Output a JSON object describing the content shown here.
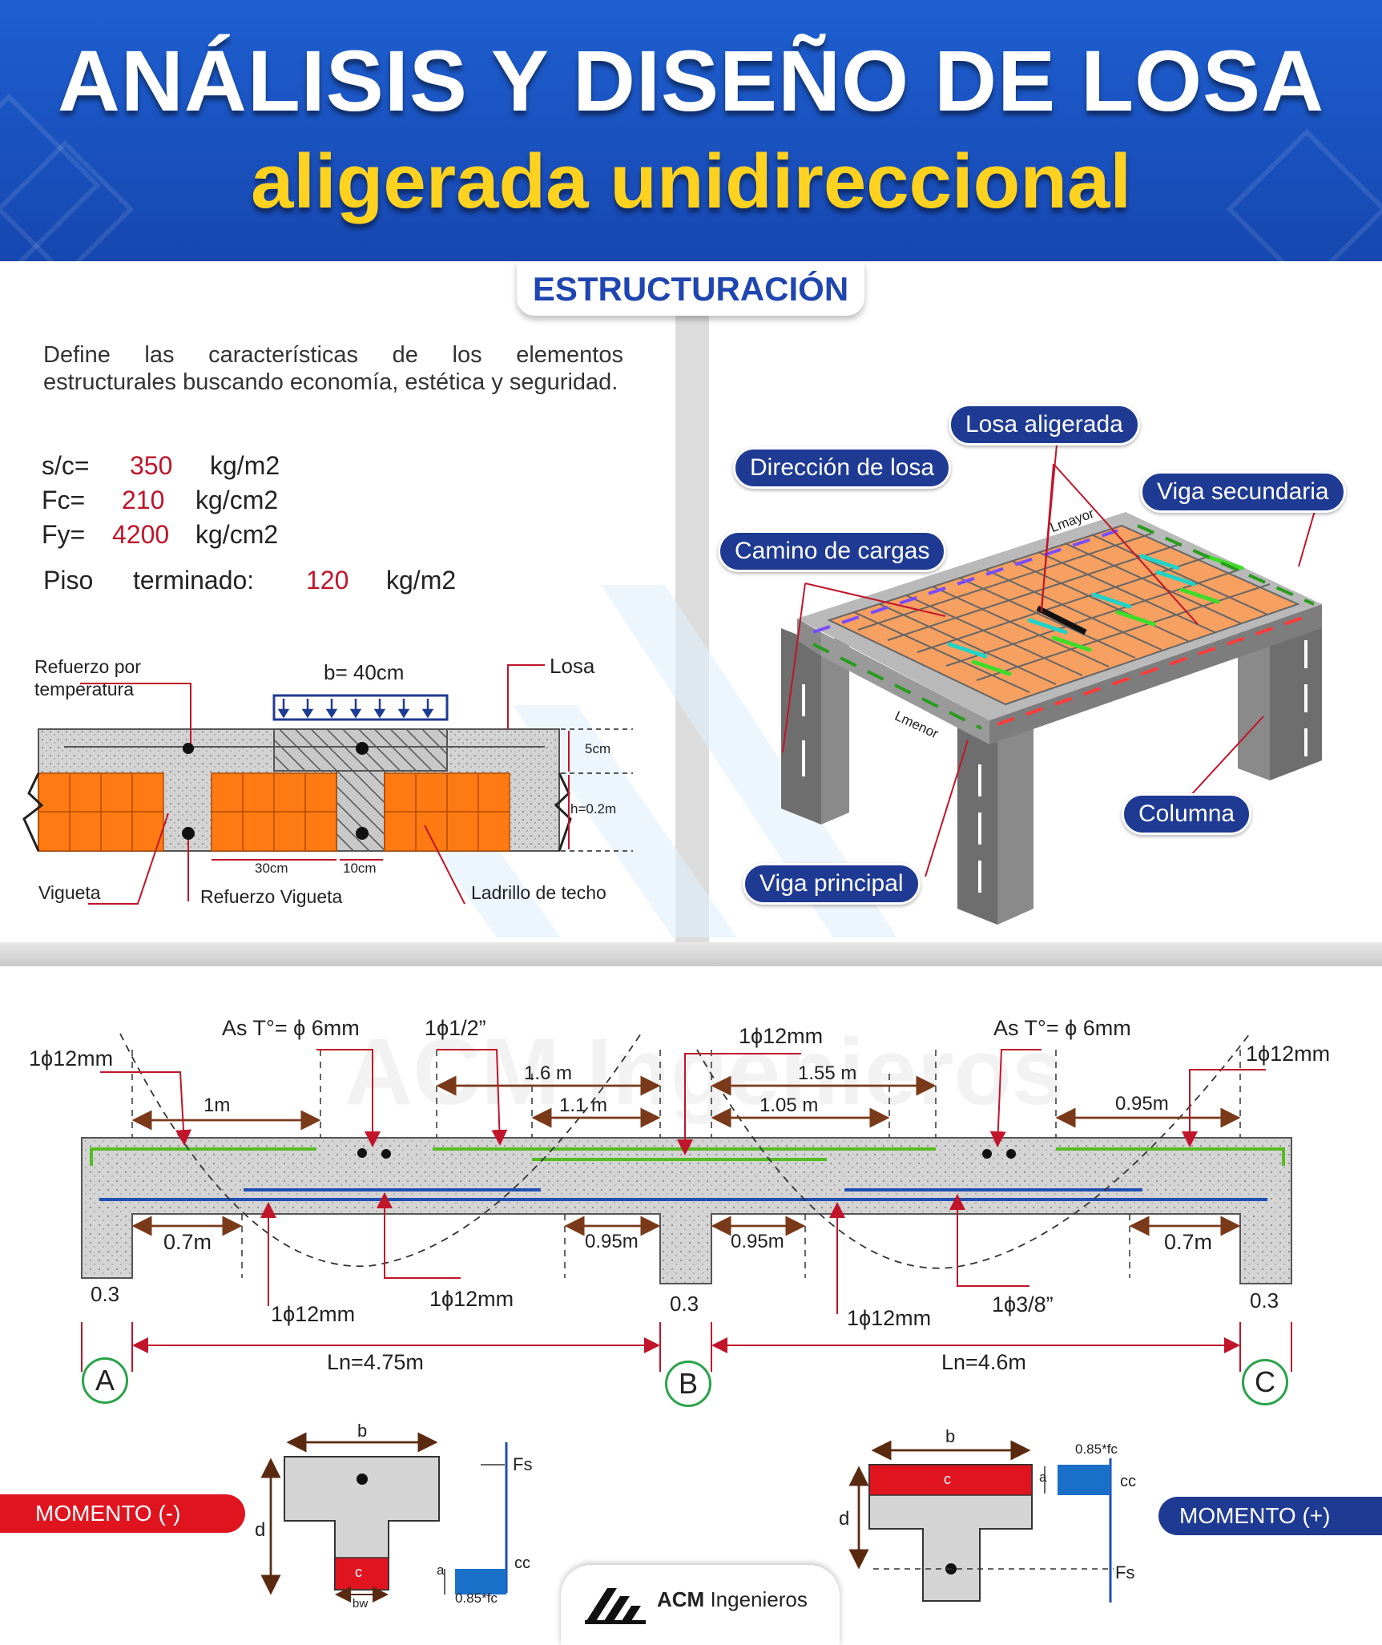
{
  "header": {
    "title": "ANÁLISIS Y DISEÑO DE LOSA",
    "subtitle": "aligerada unidireccional",
    "section": "ESTRUCTURACIÓN"
  },
  "intro": "Define las características de los elementos estructurales buscando economía, estética y seguridad.",
  "properties": [
    {
      "name": "s/c=",
      "value": "350",
      "unit": "kg/m2"
    },
    {
      "name": "Fc=",
      "value": "210",
      "unit": "kg/cm2"
    },
    {
      "name": "Fy=",
      "value": "4200",
      "unit": "kg/cm2"
    }
  ],
  "piso": {
    "label1": "Piso",
    "label2": "terminado:",
    "value": "120",
    "unit": "kg/m2"
  },
  "section_labels": {
    "refuerzo_temp": "Refuerzo por temperatura",
    "b": "b= 40cm",
    "losa": "Losa",
    "h5": "5cm",
    "h": "h=0.2m",
    "w30": "30cm",
    "w10": "10cm",
    "vigueta": "Vigueta",
    "refuerzo_vigueta": "Refuerzo Vigueta",
    "ladrillo": "Ladrillo de techo"
  },
  "iso_labels": {
    "losa_aligerada": "Losa aligerada",
    "direccion": "Dirección de losa",
    "viga_secundaria": "Viga secundaria",
    "camino": "Camino de cargas",
    "lmayor": "Lmayor",
    "lmenor": "Lmenor",
    "columna": "Columna",
    "viga_principal": "Viga principal"
  },
  "beam": {
    "top_labels": [
      "1ϕ12mm",
      "As T°= ϕ 6mm",
      "1ϕ1/2”",
      "1ϕ12mm",
      "As T°= ϕ 6mm",
      "1ϕ12mm"
    ],
    "top_dims": [
      "1m",
      "1.6 m",
      "1.1 m",
      "1.55 m",
      "1.05 m",
      "0.95m"
    ],
    "bottom_dims": [
      "0.7m",
      "0.95m",
      "0.95m",
      "0.7m"
    ],
    "bottom_labels": [
      "1ϕ12mm",
      "1ϕ12mm",
      "1ϕ12mm",
      "1ϕ3/8”"
    ],
    "support_widths": [
      "0.3",
      "0.3",
      "0.3"
    ],
    "supports": [
      "A",
      "B",
      "C"
    ],
    "spans": [
      "Ln=4.75m",
      "Ln=4.6m"
    ]
  },
  "moment_neg": {
    "tag": "MOMENTO (-)",
    "b": "b",
    "d": "d",
    "c": "c",
    "bw": "bw",
    "fs": "Fs",
    "cc": "cc",
    "a": "a",
    "fc": "0.85*fc"
  },
  "moment_pos": {
    "tag": "MOMENTO (+)",
    "b": "b",
    "d": "d",
    "c": "c",
    "fs": "Fs",
    "cc": "cc",
    "a": "a",
    "fc": "0.85*fc"
  },
  "footer": {
    "brand": "ACM",
    "rest": " Ingenieros"
  },
  "watermark": "ACM Ingenieros",
  "colors": {
    "primary": "#1f46b0",
    "accent": "#ffd21f",
    "red": "#c0152a",
    "brick": "#ff7a12",
    "green": "#3fbf2f",
    "blue": "#1f4fb5"
  }
}
